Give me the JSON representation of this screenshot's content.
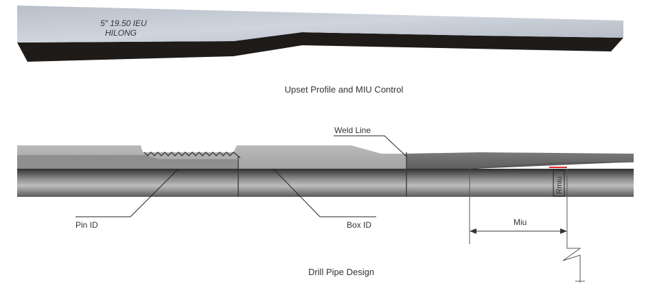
{
  "top_figure": {
    "stamp_line1": "5″ 19.50 IEU",
    "stamp_line2": "HILONG",
    "caption": "Upset Profile and MIU Control"
  },
  "bottom_figure": {
    "labels": {
      "weld_line": "Weld Line",
      "pin_id": "Pin ID",
      "box_id": "Box ID",
      "miu": "Miu",
      "rmiu": "Rmiu"
    },
    "caption": "Drill Pipe Design"
  },
  "colors": {
    "steel_light": "#c4cad3",
    "steel_mid": "#8a939d",
    "steel_dark": "#2a2a2a",
    "rmiu_marker": "#e0242a"
  }
}
